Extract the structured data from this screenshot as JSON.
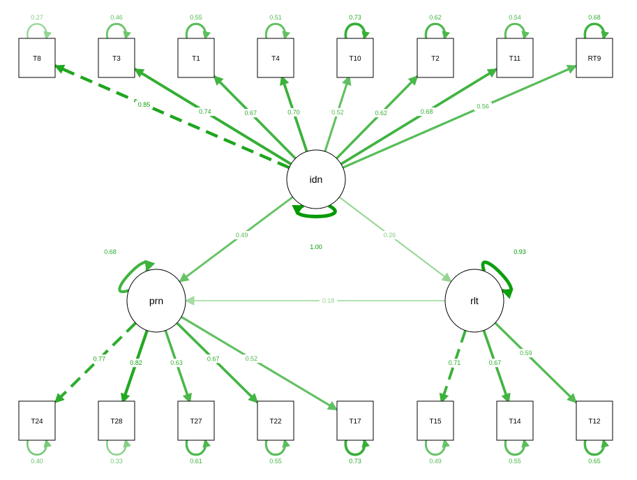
{
  "diagram": {
    "type": "sem-path-diagram",
    "latent_variables": [
      {
        "id": "idn",
        "label": "idn",
        "variance": "1.00"
      },
      {
        "id": "prn",
        "label": "prn",
        "variance": "0.68"
      },
      {
        "id": "rlt",
        "label": "rlt",
        "variance": "0.93"
      }
    ],
    "observed_variables": [
      {
        "id": "T8",
        "label": "T8",
        "residual": "0.27"
      },
      {
        "id": "T3",
        "label": "T3",
        "residual": "0.46"
      },
      {
        "id": "T1",
        "label": "T1",
        "residual": "0.55"
      },
      {
        "id": "T4",
        "label": "T4",
        "residual": "0.51"
      },
      {
        "id": "T10",
        "label": "T10",
        "residual": "0.73"
      },
      {
        "id": "T2",
        "label": "T2",
        "residual": "0.62"
      },
      {
        "id": "T11",
        "label": "T11",
        "residual": "0.54"
      },
      {
        "id": "RT9",
        "label": "RT9",
        "residual": "0.68"
      },
      {
        "id": "T24",
        "label": "T24",
        "residual": "0.40"
      },
      {
        "id": "T28",
        "label": "T28",
        "residual": "0.33"
      },
      {
        "id": "T27",
        "label": "T27",
        "residual": "0.61"
      },
      {
        "id": "T22",
        "label": "T22",
        "residual": "0.55"
      },
      {
        "id": "T17",
        "label": "T17",
        "residual": "0.73"
      },
      {
        "id": "T15",
        "label": "T15",
        "residual": "0.49"
      },
      {
        "id": "T14",
        "label": "T14",
        "residual": "0.55"
      },
      {
        "id": "T12",
        "label": "T12",
        "residual": "0.65"
      }
    ],
    "loadings": [
      {
        "from": "idn",
        "to": "T8",
        "value": "0.85",
        "fixed": true
      },
      {
        "from": "idn",
        "to": "T3",
        "value": "0.74",
        "fixed": false
      },
      {
        "from": "idn",
        "to": "T1",
        "value": "0.67",
        "fixed": false
      },
      {
        "from": "idn",
        "to": "T4",
        "value": "0.70",
        "fixed": false
      },
      {
        "from": "idn",
        "to": "T10",
        "value": "0.52",
        "fixed": false
      },
      {
        "from": "idn",
        "to": "T2",
        "value": "0.62",
        "fixed": false
      },
      {
        "from": "idn",
        "to": "T11",
        "value": "0.68",
        "fixed": false
      },
      {
        "from": "idn",
        "to": "RT9",
        "value": "0.56",
        "fixed": false
      },
      {
        "from": "prn",
        "to": "T24",
        "value": "0.77",
        "fixed": true
      },
      {
        "from": "prn",
        "to": "T28",
        "value": "0.82",
        "fixed": false
      },
      {
        "from": "prn",
        "to": "T27",
        "value": "0.63",
        "fixed": false
      },
      {
        "from": "prn",
        "to": "T22",
        "value": "0.67",
        "fixed": false
      },
      {
        "from": "prn",
        "to": "T17",
        "value": "0.52",
        "fixed": false
      },
      {
        "from": "rlt",
        "to": "T15",
        "value": "0.71",
        "fixed": true
      },
      {
        "from": "rlt",
        "to": "T14",
        "value": "0.67",
        "fixed": false
      },
      {
        "from": "rlt",
        "to": "T12",
        "value": "0.59",
        "fixed": false
      }
    ],
    "regressions": [
      {
        "from": "idn",
        "to": "prn",
        "value": "0.49"
      },
      {
        "from": "idn",
        "to": "rlt",
        "value": "0.26"
      },
      {
        "from": "rlt",
        "to": "prn",
        "value": "0.18"
      }
    ],
    "colors": {
      "positive_edge": "#009900",
      "node_border": "#000000",
      "label_text": "#66cc66"
    }
  }
}
